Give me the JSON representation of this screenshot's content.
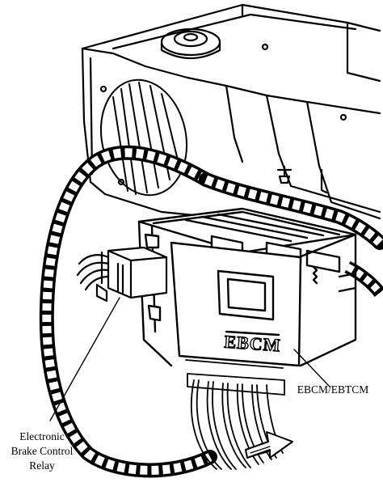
{
  "labels": {
    "module": "EBCM/EBTCM",
    "relay_line1": "Electronic",
    "relay_line2": "Brake Control",
    "relay_line3": "Relay",
    "module_stamp": "EBCM"
  },
  "icons": {
    "direction_arrow": "arrow-right-icon"
  }
}
